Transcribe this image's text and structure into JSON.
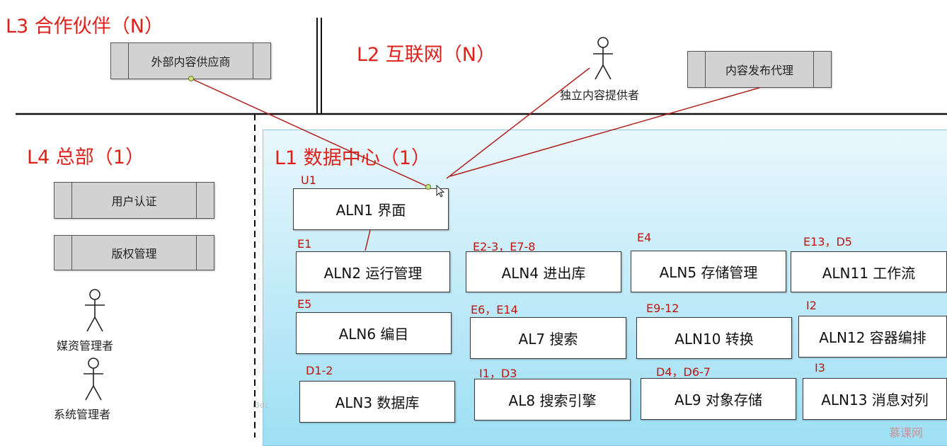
{
  "zones": {
    "l3": "L3 合作伙伴（N）",
    "l2": "L2 互联网（N）",
    "l4": "L4 总部（1）",
    "l1": "L1 数据中心（1）"
  },
  "external": {
    "supplier": "外部内容供应商",
    "publisher": "内容发布代理",
    "provider": "独立内容提供者"
  },
  "hq": {
    "auth": "用户认证",
    "copyright": "版权管理",
    "media_admin": "媒资管理者",
    "sys_admin": "系统管理者"
  },
  "modules": {
    "u1": {
      "code": "U1",
      "label": "ALN1 界面"
    },
    "aln2": {
      "code": "E1",
      "label": "ALN2 运行管理"
    },
    "aln4": {
      "code": "E2-3，E7-8",
      "label": "ALN4 进出库"
    },
    "aln5": {
      "code": "E4",
      "label": "ALN5 存储管理"
    },
    "aln11": {
      "code": "E13，D5",
      "label": "ALN11 工作流"
    },
    "aln6": {
      "code": "E5",
      "label": "ALN6 编目"
    },
    "al7": {
      "code": "E6，E14",
      "label": "AL7 搜索"
    },
    "aln10": {
      "code": "E9-12",
      "label": "ALN10 转换"
    },
    "aln12": {
      "code": "I2",
      "label": "ALN12 容器编排"
    },
    "aln3": {
      "code": "D1-2",
      "label": "ALN3 数据库"
    },
    "al8": {
      "code": "I1，D3",
      "label": "AL8 搜索引擎"
    },
    "al9": {
      "code": "D4，D6-7",
      "label": "AL9 对象存储"
    },
    "aln13": {
      "code": "I3",
      "label": "ALN13 消息对列"
    }
  },
  "misc": {
    "faint_label": "l3dc",
    "watermark": "慕课网"
  },
  "colors": {
    "zone_text": "#e0201b",
    "code_text": "#c0140f",
    "link_line": "#b0201b"
  }
}
